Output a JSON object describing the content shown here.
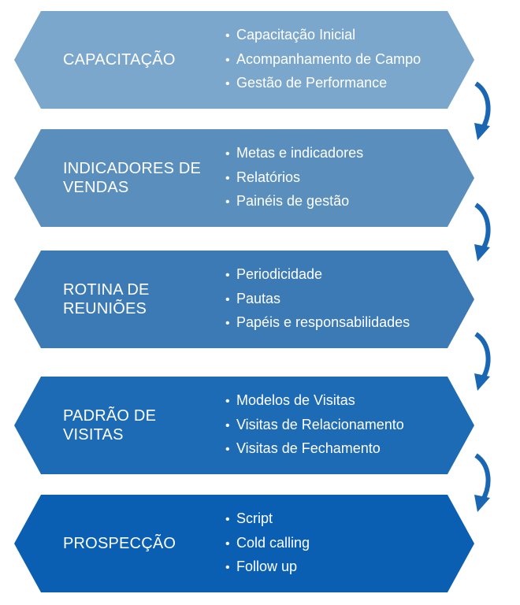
{
  "diagram": {
    "bands": [
      {
        "title": "CAPACITAÇÃO",
        "items": [
          "Capacitação Inicial",
          "Acompanhamento de Campo",
          "Gestão de Performance"
        ],
        "color": "#7ba7cc"
      },
      {
        "title": "INDICADORES DE\nVENDAS",
        "items": [
          "Metas e indicadores",
          "Relatórios",
          "Painéis de gestão"
        ],
        "color": "#5a8fbd"
      },
      {
        "title": "ROTINA DE\nREUNIÕES",
        "items": [
          "Periodicidade",
          "Pautas",
          "Papéis e responsabilidades"
        ],
        "color": "#3b7ab5"
      },
      {
        "title": "PADRÃO DE\nVISITAS",
        "items": [
          "Modelos de Visitas",
          "Visitas de Relacionamento",
          "Visitas de Fechamento"
        ],
        "color": "#1e6bb5"
      },
      {
        "title": "PROSPECÇÃO",
        "items": [
          "Script",
          "Cold calling",
          "Follow up"
        ],
        "color": "#0a5fb3"
      }
    ],
    "connector_color": "#1a66b3",
    "bullet_glyph": "•"
  }
}
